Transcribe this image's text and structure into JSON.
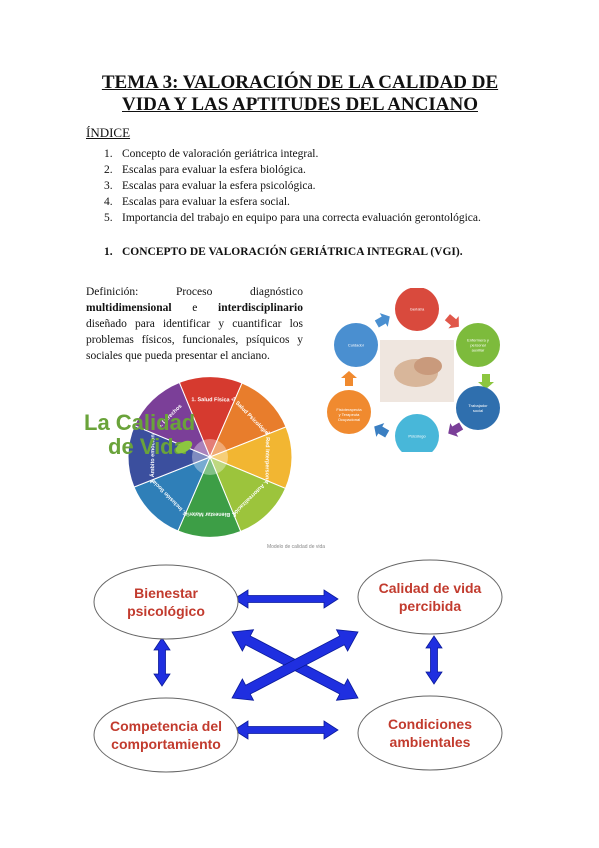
{
  "title": {
    "line1": "TEMA 3: VALORACIÓN DE LA CALIDAD DE",
    "line2": "VIDA Y LAS APTITUDES DEL ANCIANO"
  },
  "index": {
    "heading": "ÍNDICE",
    "items": [
      {
        "num": "1.",
        "text": "Concepto de valoración geriátrica integral."
      },
      {
        "num": "2.",
        "text": "Escalas para evaluar la esfera biológica."
      },
      {
        "num": "3.",
        "text": "Escalas para evaluar la esfera psicológica."
      },
      {
        "num": "4.",
        "text": "Escalas para evaluar la esfera social."
      },
      {
        "num": "5.",
        "text": "Importancia del trabajo en equipo para una correcta evaluación gerontológica."
      }
    ]
  },
  "section1": {
    "num": "1.",
    "title": "CONCEPTO DE VALORACIÓN GERIÁTRICA INTEGRAL (VGI)."
  },
  "definition": {
    "w1": "Definición:",
    "w2": "Proceso",
    "w3": "diagnóstico",
    "bold1": "multidimensional",
    "and": "e",
    "bold2": "interdisciplinario",
    "rest": "diseñado para identificar y cuantificar los problemas físicos, funcionales, psíquicos y sociales que pueda presentar el anciano."
  },
  "wheel": {
    "logo_line1": "La Calidad",
    "logo_line2": "de Vida",
    "segments": [
      {
        "label": "1. Salud Física",
        "color": "#d63a2f"
      },
      {
        "label": "2. Salud Psicológica",
        "color": "#e87d2c"
      },
      {
        "label": "3. Red Interpersonal",
        "color": "#f2b632"
      },
      {
        "label": "4. Autorrealización",
        "color": "#9cc43c"
      },
      {
        "label": "5. Bienestar Material",
        "color": "#3d9e46"
      },
      {
        "label": "6. Inclusión Social",
        "color": "#2f7fb8"
      },
      {
        "label": "7. Ámbito emocional",
        "color": "#3b4f9e"
      },
      {
        "label": "8. Derechos",
        "color": "#7b3f98"
      }
    ]
  },
  "cycle": {
    "nodes": [
      {
        "label": "Geriatra",
        "color": "#d94a3d"
      },
      {
        "label": "Enfermera y personal auxiliar",
        "color": "#7dbb3c"
      },
      {
        "label": "Trabajador social",
        "color": "#2f6fae"
      },
      {
        "label": "Psicólogo",
        "color": "#48b7d9"
      },
      {
        "label": "Fisioterapeuta y Terapeuta Ocupacional",
        "color": "#f08a2f"
      },
      {
        "label": "Cuidador",
        "color": "#4a8fd0"
      }
    ],
    "arrow_colors": [
      "#e0574a",
      "#8cc63f",
      "#7a3f98",
      "#3a7fc2",
      "#f08a2f",
      "#4a8fd0"
    ]
  },
  "diagram": {
    "caption": "Modelo de calidad de vida",
    "nodes": [
      {
        "line1": "Bienestar",
        "line2": "psicológico"
      },
      {
        "line1": "Calidad de vida",
        "line2": "percibida"
      },
      {
        "line1": "Competencia del",
        "line2": "comportamiento"
      },
      {
        "line1": "Condiciones",
        "line2": "ambientales"
      }
    ],
    "text_color": "#c23b2e",
    "arrow_color": "#1f2fe0"
  }
}
